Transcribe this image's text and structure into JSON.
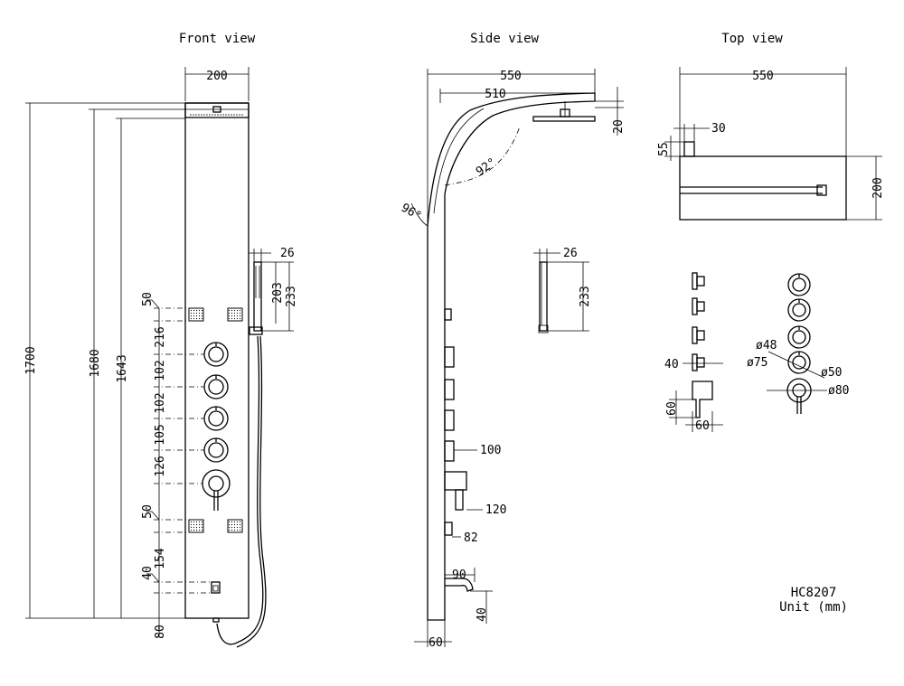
{
  "views": {
    "front": "Front view",
    "side": "Side view",
    "top": "Top view"
  },
  "model": "HC8207",
  "unit": "Unit (mm)",
  "front_dims": {
    "width": "200",
    "h1700": "1700",
    "h1680": "1680",
    "h1643": "1643",
    "d26": "26",
    "d203": "203",
    "d233": "233",
    "d50a": "50",
    "d216": "216",
    "d102a": "102",
    "d102b": "102",
    "d105": "105",
    "d126": "126",
    "d50b": "50",
    "d154": "154",
    "d40": "40",
    "d80": "80"
  },
  "side_dims": {
    "d550": "550",
    "d510": "510",
    "d20": "20",
    "a92": "92°",
    "a96": "96°",
    "d26": "26",
    "d233": "233",
    "d100": "100",
    "d120": "120",
    "d82": "82",
    "d90": "90",
    "d40": "40",
    "d60": "60"
  },
  "top_dims": {
    "d550": "550",
    "d30": "30",
    "d55": "55",
    "d200": "200",
    "d40": "40",
    "d60a": "60",
    "d60b": "60",
    "d48": "ø48",
    "d75": "ø75",
    "d50": "ø50",
    "d80": "ø80"
  }
}
